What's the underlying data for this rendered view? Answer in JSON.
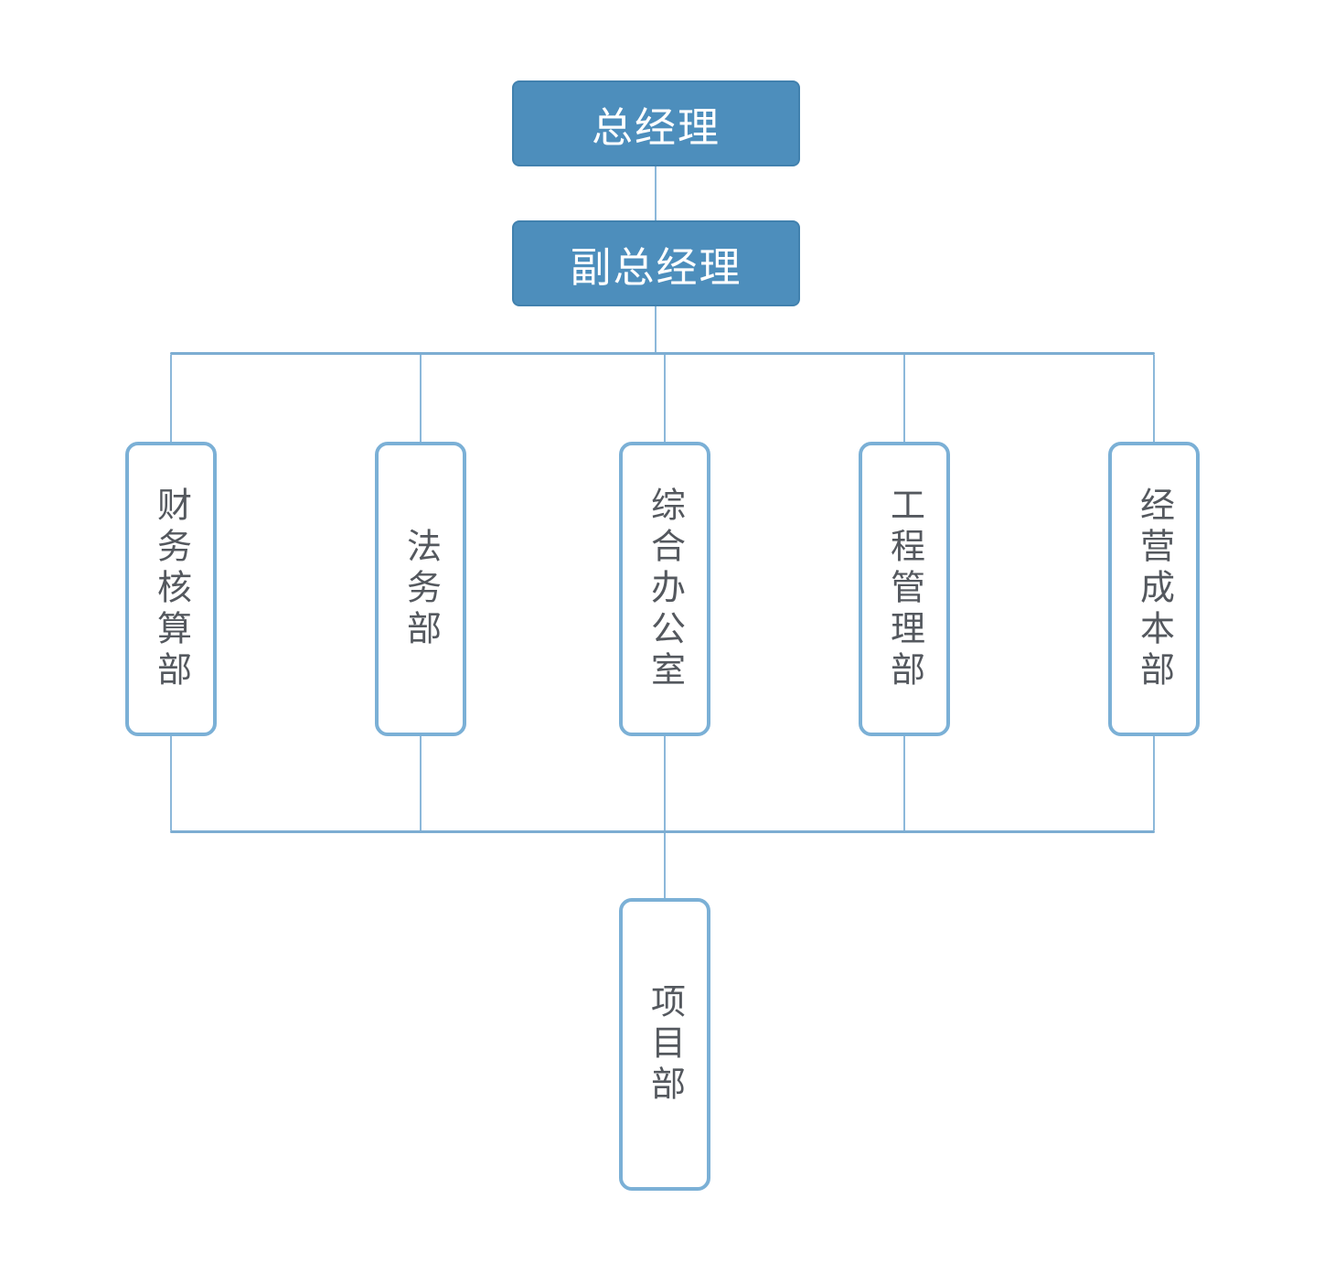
{
  "org_chart": {
    "type": "organization-chart",
    "general_manager": "总经理",
    "deputy_general_manager": "副总经理",
    "departments": [
      {
        "label": "财务核算部"
      },
      {
        "label": "法务部"
      },
      {
        "label": "综合办公室"
      },
      {
        "label": "工程管理部"
      },
      {
        "label": "经营成本部"
      }
    ],
    "subordinate": {
      "label": "项目部"
    },
    "hierarchy": [
      {
        "parent": "总经理",
        "child": "副总经理"
      },
      {
        "parent": "副总经理",
        "children": [
          "财务核算部",
          "法务部",
          "综合办公室",
          "工程管理部",
          "经营成本部"
        ]
      },
      {
        "parents": [
          "财务核算部",
          "法务部",
          "综合办公室",
          "工程管理部",
          "经营成本部"
        ],
        "child": "项目部"
      }
    ]
  },
  "colors": {
    "filled_box_bg": "#4d8ebc",
    "filled_box_border": "#4181ae",
    "filled_box_text": "#ffffff",
    "outline_box_border": "#7bb0d6",
    "outline_box_text": "#54585e",
    "connector_v": "#8cb8da",
    "connector_h": "#7dadd2"
  }
}
